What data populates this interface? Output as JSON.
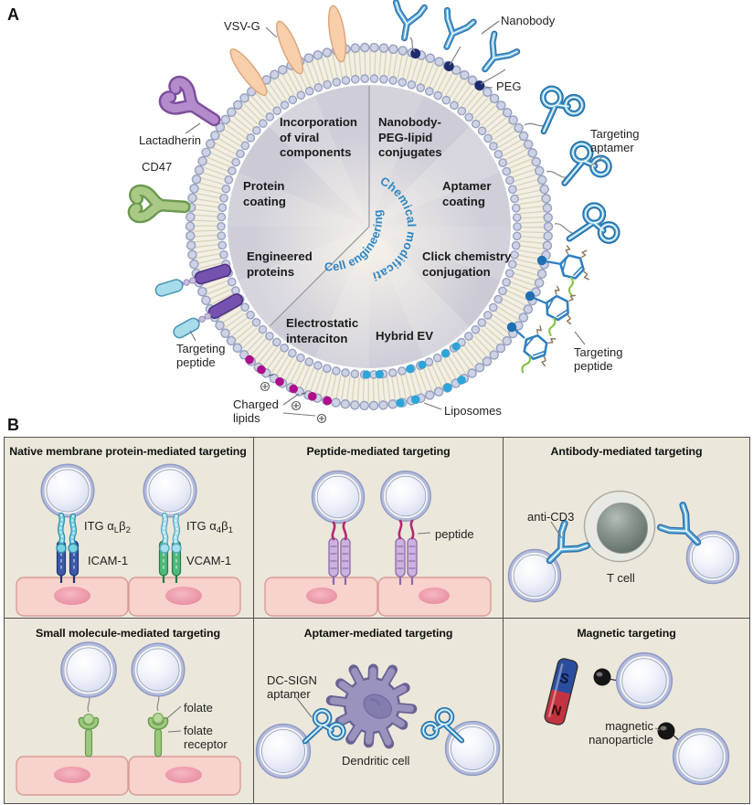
{
  "colors": {
    "accent_blue": "#2e86c4",
    "membrane_bead": "#ccd1e3",
    "panel_b_bg": "#ebe7da",
    "cell_pink": "#f8d2cc",
    "ev_ring": "#b3bbdb",
    "magnet_blue": "#2b4d9e",
    "magnet_red": "#c23440",
    "liposome_blue": "#2da5d8",
    "charged_lipid_magenta": "#ae0e8a",
    "peg_navy": "#1d2a6e"
  },
  "panel_a": {
    "label": "A",
    "sectors": {
      "incorporation": "Incorporation of viral components",
      "nanobody_peg": "Nanobody-PEG-lipid conjugates",
      "protein_coating": "Protein coating",
      "aptamer_coating": "Aptamer coating",
      "engineered_proteins": "Engineered proteins",
      "click_chemistry": "Click chemistry conjugation",
      "electrostatic": "Electrostatic interaciton",
      "hybrid_ev": "Hybrid EV"
    },
    "curved": {
      "left": "Cell engineering",
      "right": "Chemical modification"
    },
    "labels": {
      "vsv_g": "VSV-G",
      "nanobody": "Nanobody",
      "peg": "PEG",
      "targeting_aptamer": "Targeting aptamer",
      "targeting_peptide_right": "Targeting peptide",
      "liposomes": "Liposomes",
      "charged_lipids": "Charged lipids",
      "targeting_peptide_left": "Targeting peptide",
      "lactadherin": "Lactadherin",
      "cd47": "CD47"
    }
  },
  "panel_b": {
    "label": "B",
    "boxes": [
      {
        "title": "Native membrane protein-mediated targeting",
        "itg1": {
          "pre": "ITG α",
          "sub1": "L",
          "mid": "β",
          "sub2": "2"
        },
        "icam": "ICAM-1",
        "itg2": {
          "pre": "ITG α",
          "sub1": "4",
          "mid": "β",
          "sub2": "1"
        },
        "vcam": "VCAM-1"
      },
      {
        "title": "Peptide-mediated targeting",
        "peptide": "peptide"
      },
      {
        "title": "Antibody-mediated targeting",
        "anti_cd3": "anti-CD3",
        "t_cell": "T cell"
      },
      {
        "title": "Small molecule-mediated targeting",
        "folate": "folate",
        "folate_receptor": "folate receptor"
      },
      {
        "title": "Aptamer-mediated targeting",
        "dc_sign_aptamer": "DC-SIGN aptamer",
        "dendritic_cell": "Dendritic cell"
      },
      {
        "title": "Magnetic targeting",
        "magnetic_nanoparticle": "magnetic nanoparticle",
        "pole_s": "S",
        "pole_n": "N"
      }
    ]
  }
}
